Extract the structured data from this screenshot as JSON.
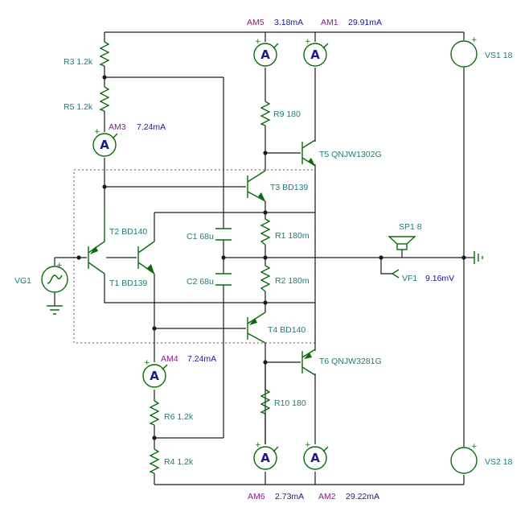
{
  "components": {
    "R3": "R3 1.2k",
    "R5": "R5 1.2k",
    "R6": "R6 1.2k",
    "R4": "R4 1.2k",
    "R9": "R9 180",
    "R10": "R10 180",
    "R1": "R1 180m",
    "R2": "R2 180m",
    "C1": "C1 68u",
    "C2": "C2 68u",
    "T1": "T1 BD139",
    "T2": "T2 BD140",
    "T3": "T3 BD139",
    "T4": "T4 BD140",
    "T5": "T5 QNJW1302G",
    "T6": "T6 QNJW3281G",
    "VG1": "VG1",
    "VS1": "VS1 18",
    "VS2": "VS2 18",
    "SP1": "SP1 8",
    "VF1": "VF1"
  },
  "meters": {
    "AM1": {
      "name": "AM1",
      "value": "29.91mA"
    },
    "AM2": {
      "name": "AM2",
      "value": "29.22mA"
    },
    "AM3": {
      "name": "AM3",
      "value": "7.24mA"
    },
    "AM4": {
      "name": "AM4",
      "value": "7.24mA"
    },
    "AM5": {
      "name": "AM5",
      "value": "3.18mA"
    },
    "AM6": {
      "name": "AM6",
      "value": "2.73mA"
    },
    "meter_letter": "A"
  },
  "voltmeter": {
    "value": "9.16mV"
  },
  "colors": {
    "wire": "#1a1a1a",
    "component": "#0a6b0a",
    "label": "#1f7a7a",
    "meter_name": "#8a1a8a",
    "meter_value": "#1a1a8c"
  }
}
